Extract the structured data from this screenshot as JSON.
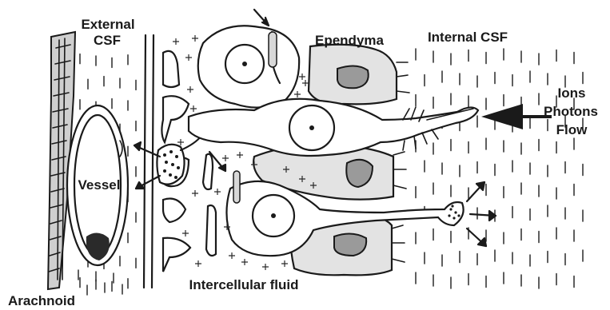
{
  "labels": {
    "external_csf_line1": "External",
    "external_csf_line2": "CSF",
    "ependyma": "Ependyma",
    "internal_csf": "Internal CSF",
    "ions": "Ions",
    "photons": "Photons",
    "flow": "Flow",
    "vessel": "Vessel",
    "intercellular_fluid": "Intercellular fluid",
    "arachnoid": "Arachnoid"
  },
  "colors": {
    "ink": "#1a1a1a",
    "ependyma_fill": "#e3e3e3",
    "nucleus_fill": "#9a9a9a"
  }
}
